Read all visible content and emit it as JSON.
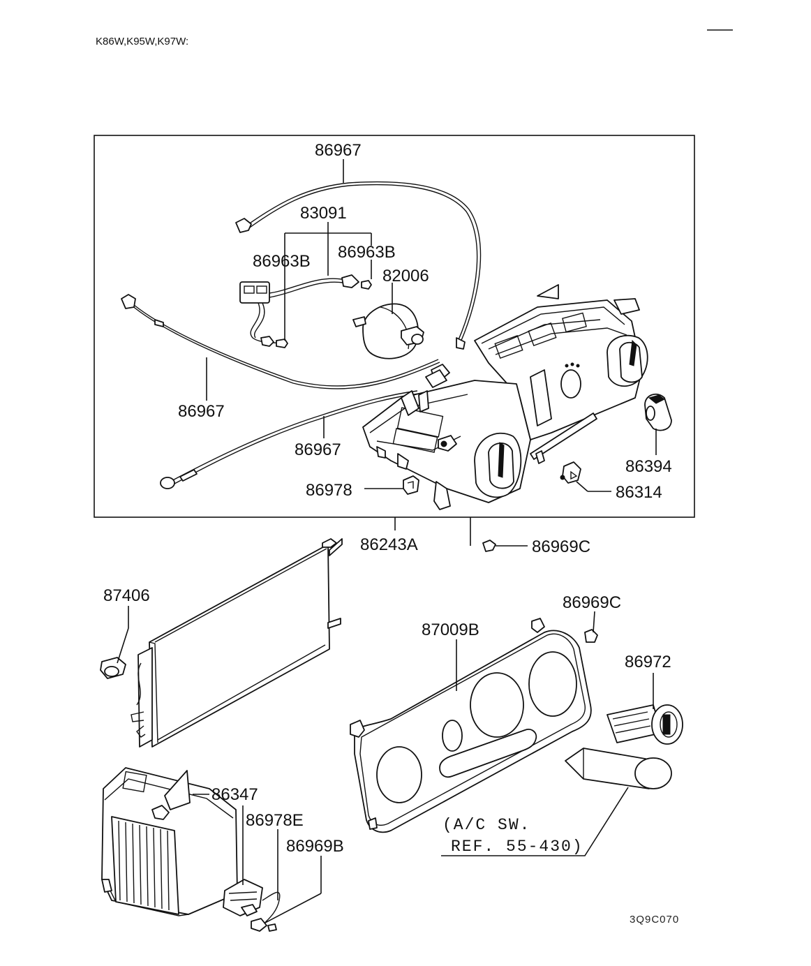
{
  "header": {
    "model_codes": "K86W,K95W,K97W:",
    "diagram_code": "3Q9C070"
  },
  "parts": {
    "p86967_top": "86967",
    "p83091": "83091",
    "p86963B_left": "86963B",
    "p86963B_right": "86963B",
    "p82006": "82006",
    "p86967_left": "86967",
    "p86967_mid": "86967",
    "p86394": "86394",
    "p86314": "86314",
    "p86978": "86978",
    "p86243A": "86243A",
    "p86969C_a": "86969C",
    "p87406": "87406",
    "p86969C_b": "86969C",
    "p87009B": "87009B",
    "p86972": "86972",
    "p86347": "86347",
    "p86978E": "86978E",
    "p86969B": "86969B"
  },
  "note": {
    "line1": "(A/C SW.",
    "line2": "REF. 55-430)"
  }
}
